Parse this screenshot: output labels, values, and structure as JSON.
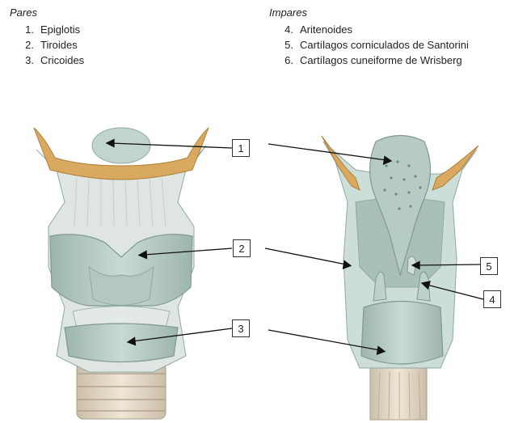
{
  "pares": {
    "title": "Pares",
    "items": [
      {
        "num": "1.",
        "label": "Epiglotis"
      },
      {
        "num": "2.",
        "label": "Tiroides"
      },
      {
        "num": "3.",
        "label": "Cricoides"
      }
    ]
  },
  "impares": {
    "title": "Impares",
    "items": [
      {
        "num": "4.",
        "label": "Aritenoides"
      },
      {
        "num": "5.",
        "label": "Cartílagos corniculados de Santorini"
      },
      {
        "num": "6.",
        "label": "Cartílagos cuneiforme de Wrisberg"
      }
    ]
  },
  "callouts": [
    "1",
    "2",
    "3",
    "4",
    "5"
  ],
  "colors": {
    "cartilage": "#b8ccc6",
    "cartilage_dark": "#8fa9a3",
    "bone": "#d9a95f",
    "membrane": "#e6ebe6",
    "ring": "#e3d9c8",
    "line": "#111111"
  }
}
